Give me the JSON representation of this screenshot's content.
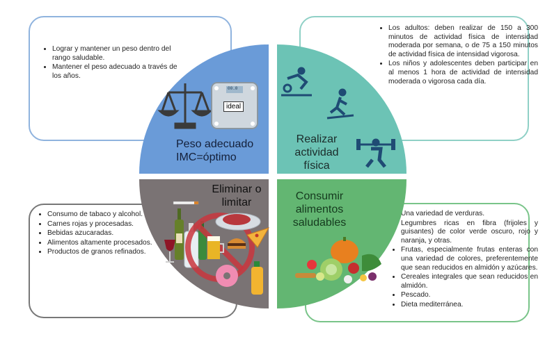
{
  "quadrants": {
    "top_left": {
      "line1": "Peso adecuado",
      "line2": "IMC=óptimo",
      "scale_label": "ideal",
      "scale_display": "00.0",
      "color": "#6a9bd8"
    },
    "top_right": {
      "line1": "Realizar",
      "line2": "actividad física",
      "color": "#6cc3b5"
    },
    "bottom_left": {
      "line1": "Eliminar o",
      "line2": "limitar",
      "color": "#7a7374"
    },
    "bottom_right": {
      "line1": "Consumir",
      "line2": "alimentos",
      "line3": "saludables",
      "color": "#63b672"
    }
  },
  "cards": {
    "top_left": {
      "items": [
        "Lograr y mantener un peso dentro del rango saludable.",
        "Mantener el peso adecuado a través de los años."
      ]
    },
    "top_right": {
      "items": [
        "Los adultos: deben realizar de 150 a 300 minutos de actividad física de intensidad moderada por semana, o de 75 a 150 minutos de actividad física de intensidad vigorosa.",
        "Los niños y adolescentes deben participar en al menos 1 hora de actividad de intensidad moderada o vigorosa cada día."
      ]
    },
    "bottom_left": {
      "items": [
        "Consumo de  tabaco y alcohol.",
        "Carnes rojas y procesadas.",
        "Bebidas azucaradas.",
        "Alimentos altamente procesados.",
        "Productos de granos refinados."
      ]
    },
    "bottom_right": {
      "items": [
        "Una variedad de verduras.",
        "Legumbres ricas en fibra (frijoles y guisantes) de color verde oscuro, rojo y naranja, y otras.",
        "Frutas, especialmente frutas enteras con una variedad de colores, preferentemente que sean reducidos en almidón y azúcares.",
        "Cereales integrales que sean reducidos en almidón.",
        "Pescado.",
        "Dieta mediterránea."
      ]
    }
  }
}
